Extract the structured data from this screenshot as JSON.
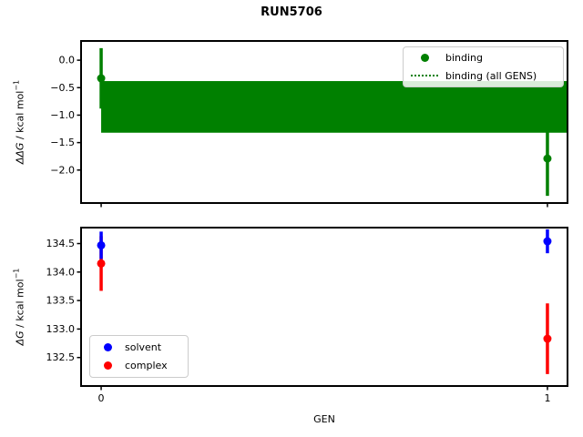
{
  "title": "RUN5706",
  "colors": {
    "binding": "#008000",
    "solvent": "#0000ff",
    "complex": "#ff0000",
    "axes": "#000000",
    "legend_border": "#cccccc"
  },
  "chart_data": [
    {
      "type": "scatter",
      "name": "binding-vs-gen",
      "ylabel": "ΔΔG / kcal mol⁻¹",
      "ylabel_math": "ΔΔG",
      "ylabel_unit": " / kcal mol",
      "ylabel_sup": "−1",
      "xlim": [
        -0.045,
        1.045
      ],
      "ylim": [
        -2.6,
        0.35
      ],
      "yticks": [
        0.0,
        -0.5,
        -1.0,
        -1.5,
        -2.0
      ],
      "xticks": [
        0,
        1
      ],
      "xticklabels_visible": false,
      "grid": false,
      "series": [
        {
          "name": "binding",
          "color": "#008000",
          "marker": "circle",
          "x": [
            0,
            1
          ],
          "y": [
            -0.33,
            -1.79
          ],
          "yerr": [
            0.55,
            0.68
          ]
        }
      ],
      "band": {
        "name": "binding (all GENS)",
        "color": "#008000",
        "line_style": "dotted",
        "mean": -0.84,
        "lo": -1.32,
        "hi": -0.38,
        "x_range": [
          0,
          1.045
        ]
      },
      "legend": {
        "position": "upper right",
        "entries": [
          {
            "label": "binding",
            "marker": "circle",
            "color": "#008000"
          },
          {
            "label": "binding (all GENS)",
            "marker": "dotted-line",
            "color": "#008000"
          }
        ]
      }
    },
    {
      "type": "scatter",
      "name": "components-vs-gen",
      "xlabel": "GEN",
      "ylabel": "ΔG / kcal mol⁻¹",
      "ylabel_math": "ΔG",
      "ylabel_unit": " / kcal mol",
      "ylabel_sup": "−1",
      "xlim": [
        -0.045,
        1.045
      ],
      "ylim": [
        132.0,
        134.78
      ],
      "yticks": [
        134.5,
        134.0,
        133.5,
        133.0,
        132.5
      ],
      "xticks": [
        0,
        1
      ],
      "xticklabels_visible": true,
      "grid": false,
      "series": [
        {
          "name": "complex",
          "color": "#ff0000",
          "marker": "circle",
          "x": [
            0,
            1
          ],
          "y": [
            134.15,
            132.83
          ],
          "yerr": [
            0.48,
            0.62
          ]
        },
        {
          "name": "solvent",
          "color": "#0000ff",
          "marker": "circle",
          "x": [
            0,
            1
          ],
          "y": [
            134.47,
            134.54
          ],
          "yerr": [
            0.24,
            0.21
          ]
        }
      ],
      "legend": {
        "position": "lower left",
        "entries": [
          {
            "label": "solvent",
            "marker": "circle",
            "color": "#0000ff"
          },
          {
            "label": "complex",
            "marker": "circle",
            "color": "#ff0000"
          }
        ]
      }
    }
  ]
}
